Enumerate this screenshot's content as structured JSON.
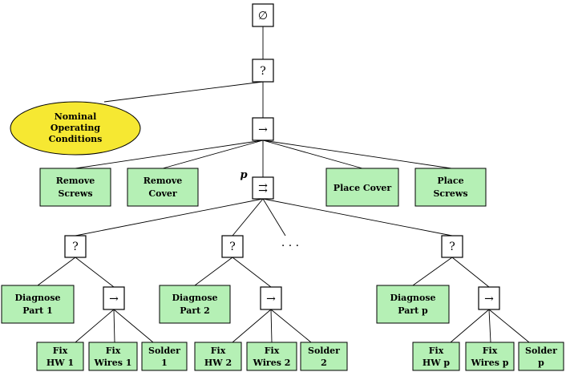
{
  "root": {
    "symbol": "∅"
  },
  "fallback_top": {
    "symbol": "?"
  },
  "condition": {
    "lines": [
      "Nominal",
      "Operating",
      "Conditions"
    ]
  },
  "sequence_main": {
    "symbol": "→"
  },
  "actions_left": [
    {
      "lines": [
        "Remove",
        "Screws"
      ]
    },
    {
      "lines": [
        "Remove",
        "Cover"
      ]
    }
  ],
  "parallel": {
    "symbol": "⇉",
    "label": "p"
  },
  "actions_right": [
    {
      "lines": [
        "Place Cover"
      ]
    },
    {
      "lines": [
        "Place",
        "Screws"
      ]
    }
  ],
  "ellipsis": "· · ·",
  "branches": [
    {
      "fallback_symbol": "?",
      "diagnose": [
        "Diagnose",
        "Part 1"
      ],
      "seq_symbol": "→",
      "fixes": [
        [
          "Fix",
          "HW 1"
        ],
        [
          "Fix",
          "Wires 1"
        ],
        [
          "Solder",
          "1"
        ]
      ]
    },
    {
      "fallback_symbol": "?",
      "diagnose": [
        "Diagnose",
        "Part 2"
      ],
      "seq_symbol": "→",
      "fixes": [
        [
          "Fix",
          "HW 2"
        ],
        [
          "Fix",
          "Wires 2"
        ],
        [
          "Solder",
          "2"
        ]
      ]
    },
    {
      "fallback_symbol": "?",
      "diagnose": [
        "Diagnose",
        "Part p"
      ],
      "seq_symbol": "→",
      "fixes": [
        [
          "Fix",
          "HW p"
        ],
        [
          "Fix",
          "Wires p"
        ],
        [
          "Solder",
          "p"
        ]
      ]
    }
  ],
  "colors": {
    "action_fill": "#b5f0b5",
    "condition_fill": "#f6e832",
    "stroke": "#000000"
  }
}
